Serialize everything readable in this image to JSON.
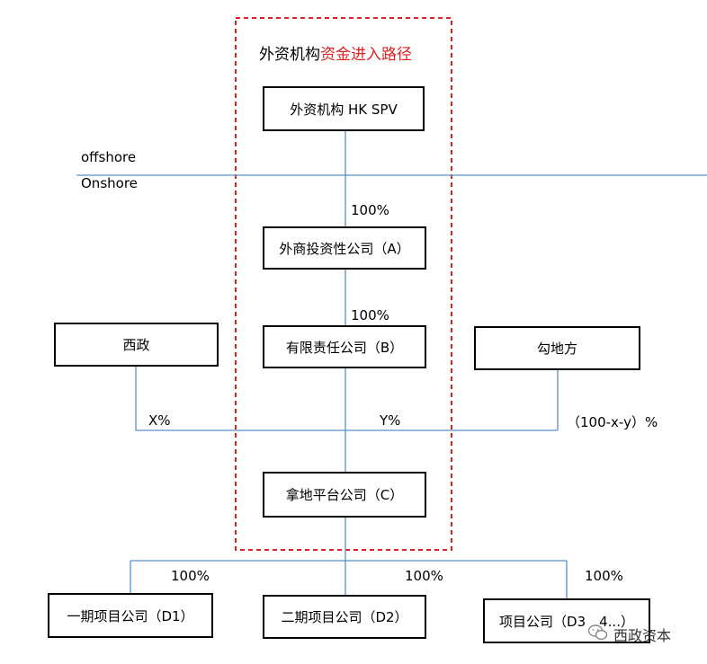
{
  "title": {
    "part1": "外资机构",
    "part2": "资金进入路径"
  },
  "zones": {
    "offshore": "offshore",
    "onshore": "Onshore"
  },
  "entities": {
    "hk_spv": "外资机构  HK SPV",
    "a": "外商投资性公司（A）",
    "b": "有限责任公司（B）",
    "xizheng": "西政",
    "goudifang": "勾地方",
    "c": "拿地平台公司（C）",
    "d1": "一期项目公司（D1）",
    "d2": "二期项目公司（D2）",
    "d3": "项目公司（D3　4...）"
  },
  "shares": {
    "spv_a": "100%",
    "a_b": "100%",
    "x": "X%",
    "y": "Y%",
    "rest": "（100-x-y）%",
    "d1": "100%",
    "d2": "100%",
    "d3": "100%"
  },
  "watermark": {
    "text": "西政资本",
    "icon": "wechat-icon"
  },
  "colors": {
    "line": "#5b8fc7",
    "highlight": "#e02020",
    "title_accent": "#e02020"
  }
}
